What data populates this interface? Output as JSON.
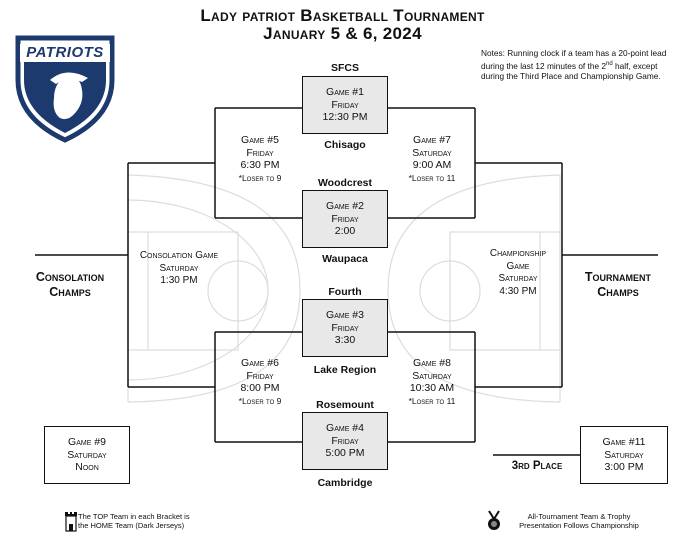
{
  "title": "Lady patriot Basketball Tournament",
  "dates": "January 5 & 6, 2024",
  "notes": {
    "part1": "Notes: Running clock if a team has a 20-point lead during the last 12 minutes of the 2",
    "sup": "nd",
    "part2": " half, except during the Third Place and Championship Game."
  },
  "logo": {
    "text": "PATRIOTS",
    "color": "#1c3a6e"
  },
  "games": {
    "g1": {
      "label": "Game #1",
      "day": "Friday",
      "time": "12:30 PM"
    },
    "g2": {
      "label": "Game #2",
      "day": "Friday",
      "time": "2:00"
    },
    "g3": {
      "label": "Game #3",
      "day": "Friday",
      "time": "3:30"
    },
    "g4": {
      "label": "Game #4",
      "day": "Friday",
      "time": "5:00 PM"
    },
    "g5": {
      "label": "Game #5",
      "day": "Friday",
      "time": "6:30 PM",
      "note": "*Loser to 9"
    },
    "g6": {
      "label": "Game #6",
      "day": "Friday",
      "time": "8:00 PM",
      "note": "*Loser to 9"
    },
    "g7": {
      "label": "Game #7",
      "day": "Saturday",
      "time": "9:00 AM",
      "note": "*Loser to 11"
    },
    "g8": {
      "label": "Game #8",
      "day": "Saturday",
      "time": "10:30 AM",
      "note": "*Loser to 11"
    },
    "g9": {
      "label": "Game #9",
      "day": "Saturday",
      "time": "Noon"
    },
    "g11": {
      "label": "Game #11",
      "day": "Saturday",
      "time": "3:00 PM"
    },
    "consolation": {
      "label": "Consolation Game",
      "day": "Saturday",
      "time": "1:30 PM"
    },
    "championship": {
      "label1": "Championship",
      "label2": "Game",
      "day": "Saturday",
      "time": "4:30 PM"
    }
  },
  "teams": {
    "t1": "SFCS",
    "t2": "Chisago",
    "t3": "Woodcrest",
    "t4": "Waupaca",
    "t5": "Fourth",
    "t6": "Lake Region",
    "t7": "Rosemount",
    "t8": "Cambridge"
  },
  "labels": {
    "consolation_champs_1": "Consolation",
    "consolation_champs_2": "Champs",
    "tournament_champs_1": "Tournament",
    "tournament_champs_2": "Champs",
    "third_place": "3rd Place"
  },
  "footer": {
    "home_note_1": "The TOP Team in each Bracket is",
    "home_note_2": "the HOME Team (Dark Jerseys)",
    "trophy_note_1": "All-Tournament Team & Trophy",
    "trophy_note_2": "Presentation Follows Championship"
  },
  "colors": {
    "line": "#111111",
    "box_fill": "#e8e8e8",
    "court": "#d9d9d9"
  }
}
